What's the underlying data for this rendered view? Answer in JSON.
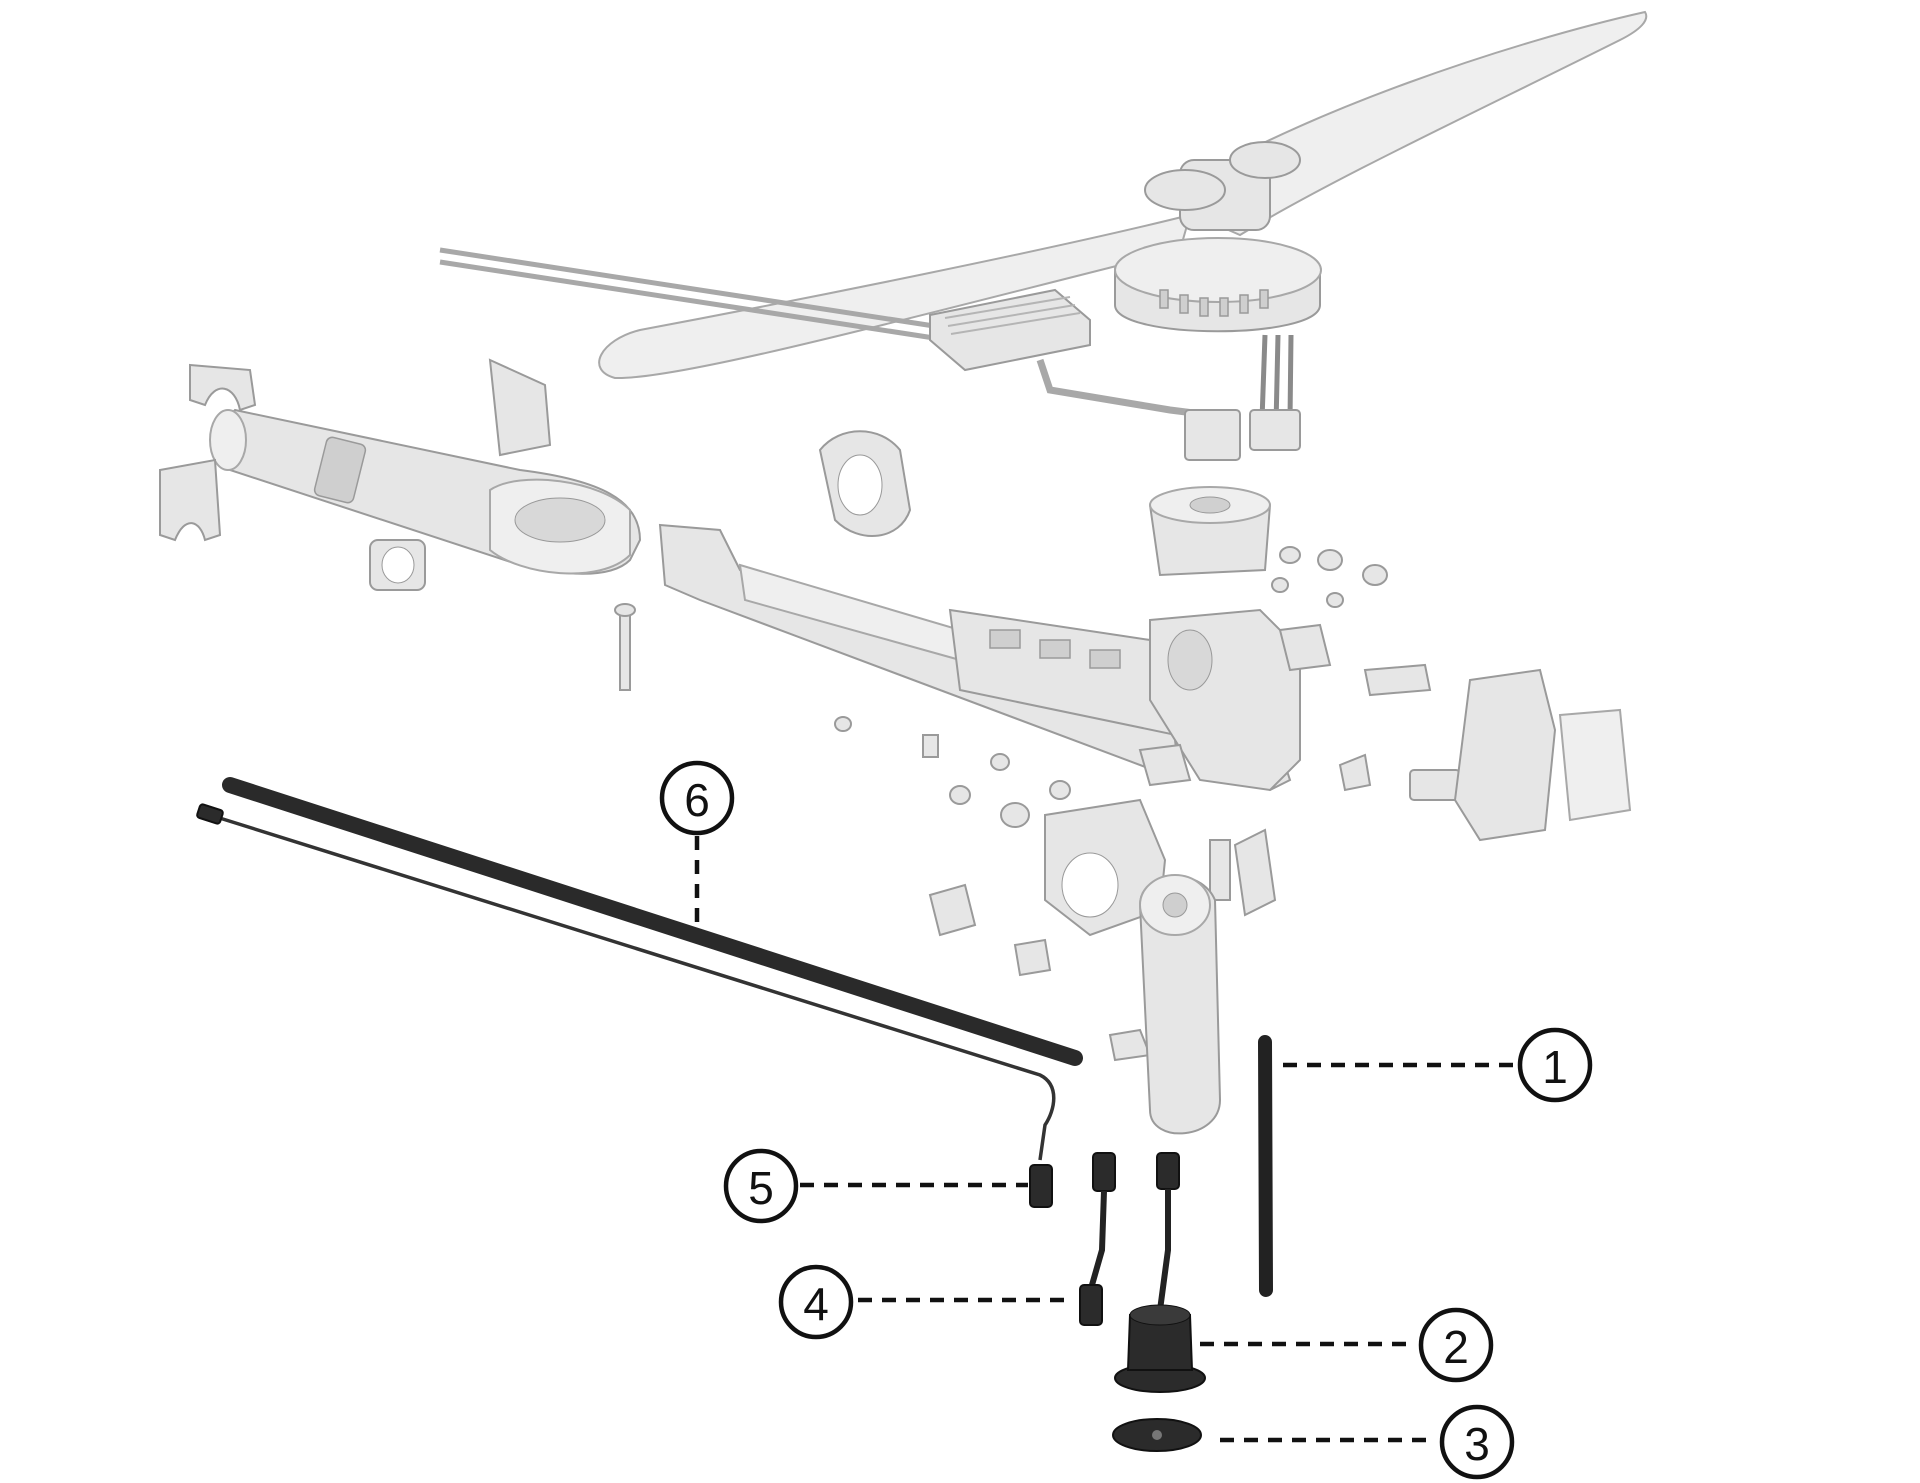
{
  "diagram": {
    "type": "exploded-view",
    "callouts": [
      {
        "id": "1",
        "label": "1"
      },
      {
        "id": "2",
        "label": "2"
      },
      {
        "id": "3",
        "label": "3"
      },
      {
        "id": "4",
        "label": "4"
      },
      {
        "id": "5",
        "label": "5"
      },
      {
        "id": "6",
        "label": "6"
      }
    ]
  }
}
